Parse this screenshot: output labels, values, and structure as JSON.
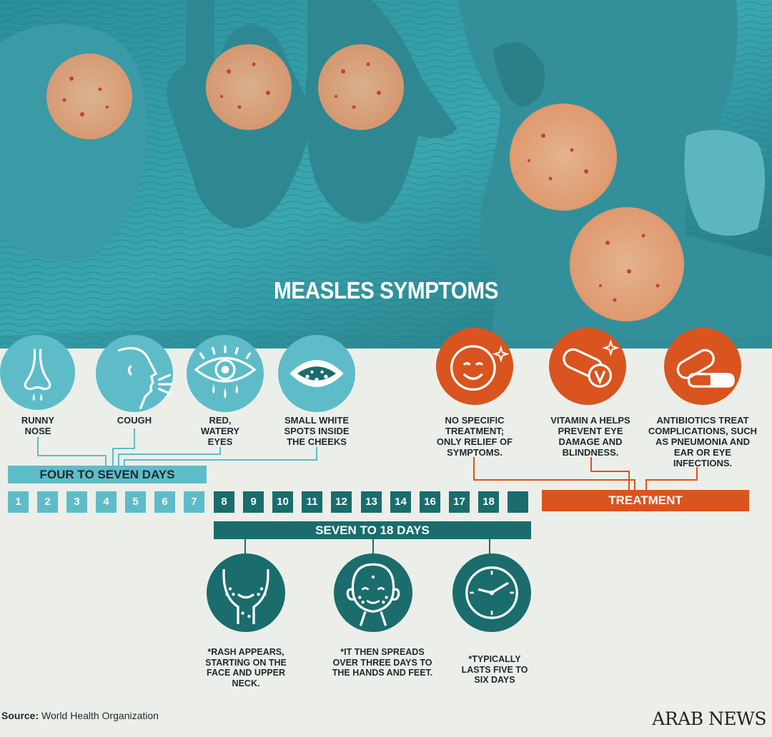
{
  "title": "MEASLES SYMPTOMS",
  "symptoms": [
    {
      "label": "RUNNY NOSE",
      "icon": "nose-icon"
    },
    {
      "label": "COUGH",
      "icon": "cough-icon"
    },
    {
      "label": "RED, WATERY EYES",
      "icon": "eye-icon"
    },
    {
      "label": "SMALL WHITE SPOTS INSIDE THE CHEEKS",
      "icon": "mouth-icon"
    }
  ],
  "treatments": [
    {
      "label": "NO SPECIFIC TREATMENT; ONLY RELIEF OF SYMPTOMS.",
      "icon": "smiley-icon"
    },
    {
      "label": "VITAMIN A HELPS PREVENT EYE DAMAGE AND BLINDNESS.",
      "icon": "vitamin-icon"
    },
    {
      "label": "ANTIBIOTICS TREAT COMPLICATIONS, SUCH AS PNEUMONIA AND EAR OR EYE INFECTIONS.",
      "icon": "pill-icon"
    }
  ],
  "early_period": "FOUR TO SEVEN DAYS",
  "late_period": "SEVEN TO 18 DAYS",
  "treatment_label": "TREATMENT",
  "days": [
    "1",
    "2",
    "3",
    "4",
    "5",
    "6",
    "7",
    "8",
    "9",
    "10",
    "11",
    "12",
    "13",
    "14",
    "16",
    "17",
    "18"
  ],
  "rash_notes": [
    {
      "label": "*RASH APPEARS, STARTING ON THE FACE AND UPPER NECK.",
      "icon": "face-rash-icon"
    },
    {
      "label": "*IT THEN SPREADS OVER THREE DAYS TO THE HANDS AND FEET.",
      "icon": "head-rash-icon"
    },
    {
      "label": "*TYPICALLY LASTS FIVE TO SIX DAYS",
      "icon": "clock-icon"
    }
  ],
  "source_prefix": "Source:",
  "source": "World Health Organization",
  "logo": "ARAB NEWS",
  "colors": {
    "teal_light": "#5ebcc9",
    "teal_dark": "#1a6c6d",
    "orange": "#d9541e",
    "background": "#ecefe9"
  }
}
